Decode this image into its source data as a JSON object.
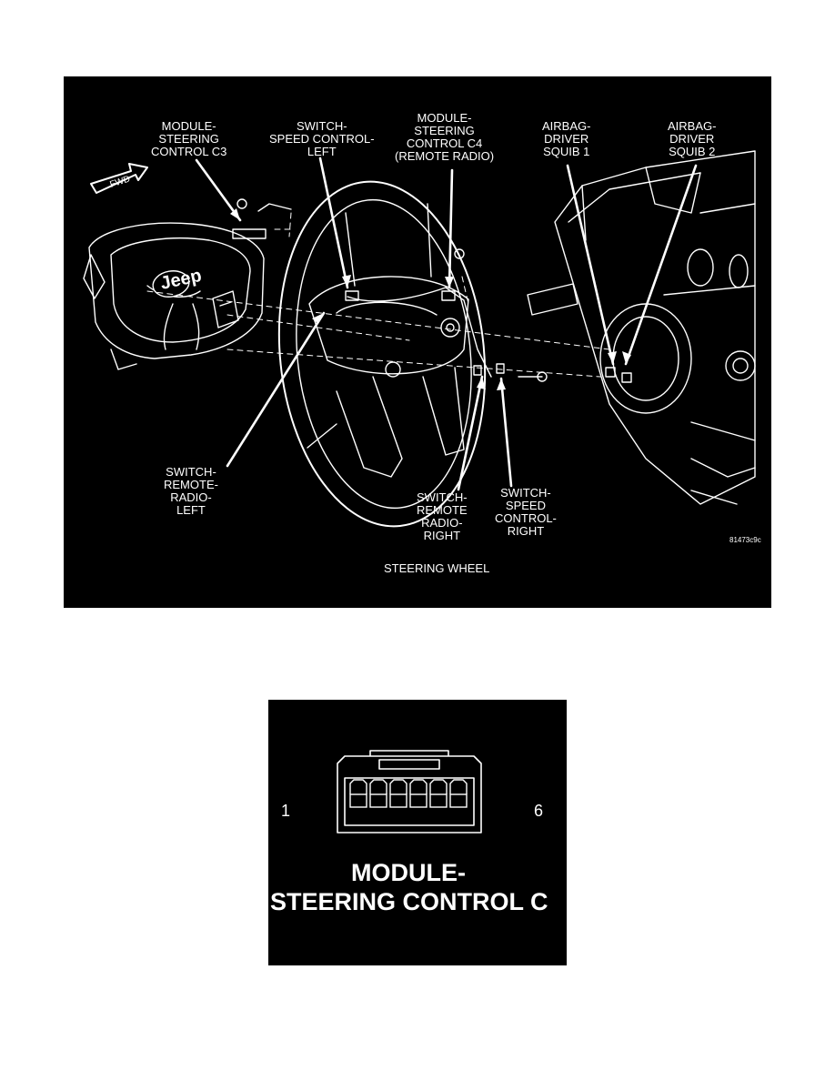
{
  "figure1": {
    "caption": "STEERING WHEEL",
    "figure_id": "81473c9c",
    "fwd_label": "FWD",
    "emblem_text": "Jeep",
    "labels": {
      "module_c3": "MODULE-\nSTEERING\nCONTROL C3",
      "speed_left": "SWITCH-\nSPEED CONTROL-\nLEFT",
      "module_c4": "MODULE-\nSTEERING\nCONTROL C4\n(REMOTE RADIO)",
      "squib1": "AIRBAG-\nDRIVER\nSQUIB 1",
      "squib2": "AIRBAG-\nDRIVER\nSQUIB 2",
      "radio_left": "SWITCH-\nREMOTE-\nRADIO-\nLEFT",
      "radio_right": "SWITCH-\nREMOTE\nRADIO-\nRIGHT",
      "speed_right": "SWITCH-\nSPEED\nCONTROL-\nRIGHT"
    },
    "colors": {
      "background": "#000000",
      "lines": "#ffffff"
    }
  },
  "figure2": {
    "pin_first": "1",
    "pin_last": "6",
    "title": "MODULE-\nSTEERING CONTROL C",
    "pin_count": 6
  }
}
